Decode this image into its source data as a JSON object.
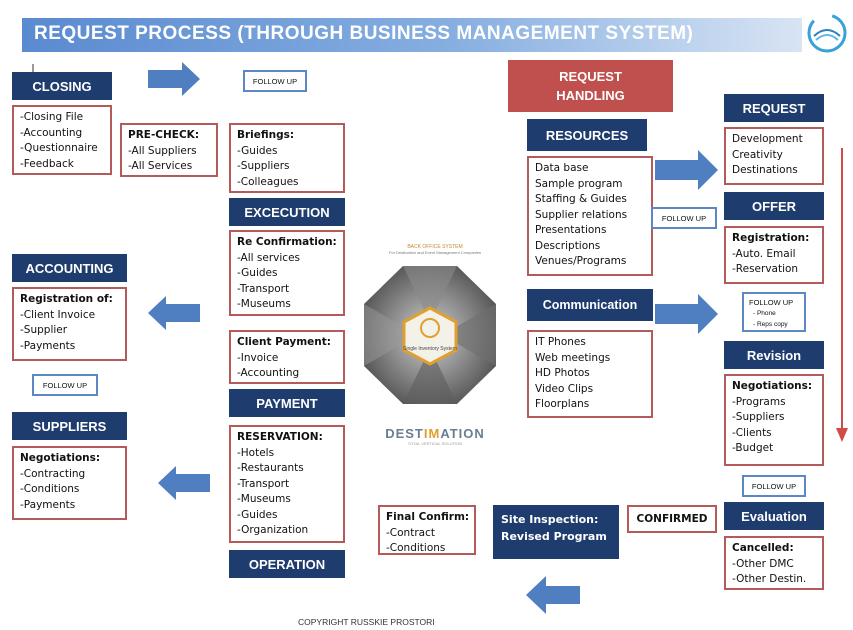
{
  "banner": {
    "title": "REQUEST PROCESS (THROUGH BUSINESS MANAGEMENT SYSTEM)"
  },
  "left": {
    "closing": {
      "title": "CLOSING",
      "items": [
        "-Closing File",
        "-Accounting",
        "-Questionnaire",
        "-Feedback"
      ]
    },
    "precheck": {
      "title": "PRE-CHECK:",
      "items": [
        "-All Suppliers",
        "-All Services"
      ]
    },
    "follow_up_top": "FOLLOW UP",
    "accounting": {
      "title": "ACCOUNTING",
      "heading": "Registration of:",
      "items": [
        "-Client Invoice",
        "-Supplier",
        "-Payments"
      ]
    },
    "follow_up_mid": "FOLLOW UP",
    "suppliers": {
      "title": "SUPPLIERS",
      "heading": "Negotiations:",
      "items": [
        "-Contracting",
        "-Conditions",
        "-Payments"
      ]
    }
  },
  "middle": {
    "briefings": {
      "heading": "Briefings:",
      "items": [
        "-Guides",
        "-Suppliers",
        "-Colleagues"
      ]
    },
    "execution": {
      "title": "EXCECUTION"
    },
    "reconfirmation": {
      "heading": "Re Confirmation:",
      "items": [
        "-All services",
        "-Guides",
        "-Transport",
        "-Museums"
      ]
    },
    "client_payment": {
      "heading": "Client Payment:",
      "items": [
        "-Invoice",
        "-Accounting"
      ]
    },
    "payment": {
      "title": "PAYMENT"
    },
    "reservation": {
      "heading": "RESERVATION:",
      "items": [
        "-Hotels",
        "-Restaurants",
        "-Transport",
        "-Museums",
        "-Guides",
        "-Organization"
      ]
    },
    "operation": {
      "title": "OPERATION"
    }
  },
  "center": {
    "caption_top": "BACK OFFICE SYSTEM",
    "caption_sub": "For Destination and Event Management Companies",
    "hub_label": "Single Inventory System",
    "brand_a": "DEST",
    "brand_b": "IM",
    "brand_c": "ATION",
    "brand_sub": "TOTAL VERTICAL SOLUTION",
    "copyright": "COPYRIGHT RUSSKIE PROSTORI"
  },
  "right": {
    "request_handling": {
      "line1": "REQUEST",
      "line2": "HANDLING"
    },
    "resources": {
      "title": "RESOURCES",
      "items": [
        "Data base",
        "Sample program",
        "Staffing & Guides",
        "Supplier relations",
        "Presentations",
        "Descriptions",
        "Venues/Programs"
      ]
    },
    "follow_up_res": "FOLLOW UP",
    "communication": {
      "title": "Communication",
      "items": [
        "IT Phones",
        "Web meetings",
        "HD Photos",
        "Video Clips",
        "Floorplans"
      ]
    },
    "final_confirm": {
      "heading": "Final Confirm:",
      "items": [
        "-Contract",
        "-Conditions"
      ]
    },
    "site_inspection": {
      "line1": "Site Inspection:",
      "line2": "Revised Program"
    },
    "confirmed": "CONFIRMED"
  },
  "far_right": {
    "request": {
      "title": "REQUEST",
      "items": [
        "Development",
        "Creativity",
        "Destinations"
      ]
    },
    "offer": {
      "title": "OFFER",
      "heading": "Registration:",
      "items": [
        "-Auto. Email",
        "-Reservation"
      ]
    },
    "follow_up_offer": {
      "title": "FOLLOW UP",
      "items": [
        "- Phone",
        "- Reps copy"
      ]
    },
    "revision": {
      "title": "Revision",
      "heading": "Negotiations:",
      "items": [
        "-Programs",
        "-Suppliers",
        "-Clients",
        "-Budget"
      ]
    },
    "follow_up_rev": "FOLLOW UP",
    "evaluation": {
      "title": "Evaluation",
      "heading": "Cancelled:",
      "items": [
        "-Other DMC",
        "-Other Destin."
      ]
    }
  },
  "colors": {
    "navy": "#1f3c6e",
    "red": "#c0504d",
    "arrow": "#4f7fc1",
    "box_border": "#b55a5a"
  }
}
